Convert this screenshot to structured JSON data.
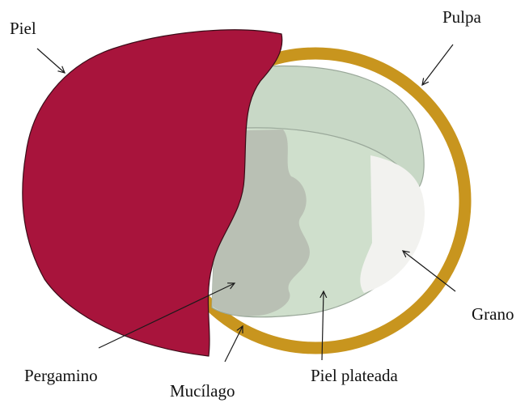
{
  "labels": {
    "piel": "Piel",
    "pulpa": "Pulpa",
    "grano": "Grano",
    "pergamino": "Pergamino",
    "mucilago": "Mucílago",
    "piel_plateada": "Piel plateada"
  },
  "colors": {
    "piel": "#a8143c",
    "pulpa": "#c8951e",
    "pergamino": "#c8d8c6",
    "piel_plateada": "#cfdfcc",
    "grano": "#f2f2ef",
    "grano_shadow": "#b9c0b4"
  }
}
